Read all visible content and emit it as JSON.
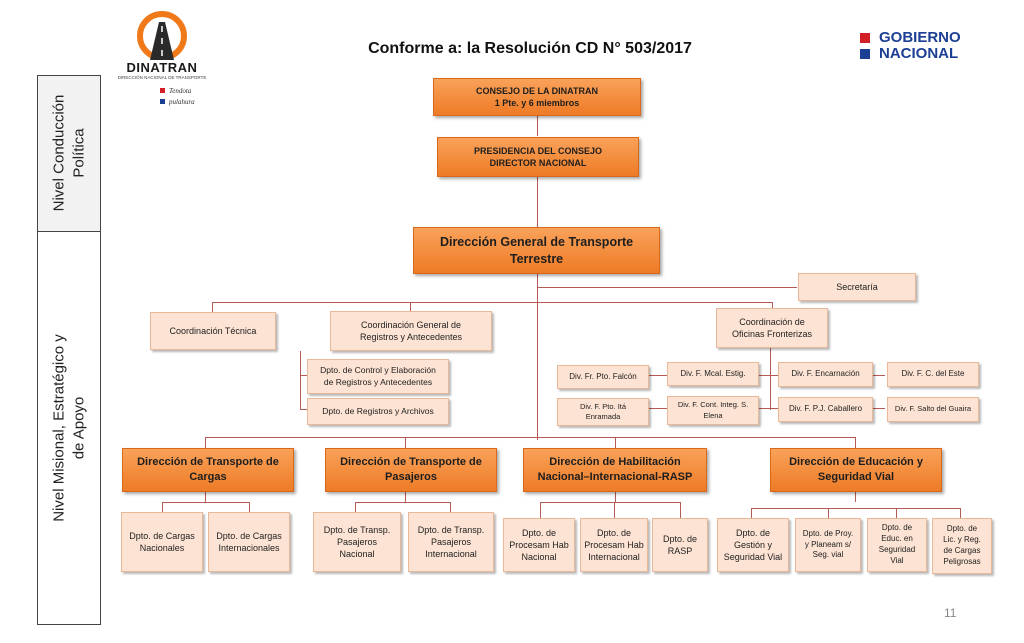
{
  "header": {
    "title": "Conforme a: la Resolución CD N° 503/2017",
    "logo_left": {
      "name": "DINATRAN",
      "sub": "DIRECCIÓN NACIONAL DE TRANSPORTE",
      "slogan_line1": "Tendota",
      "slogan_line2": "pulahura"
    },
    "logo_right": {
      "line1": "GOBIERNO",
      "line2": "NACIONAL"
    }
  },
  "levels": {
    "top": "Nivel Conducción\nPolítica",
    "bottom": "Nivel Misional, Estratégico y\nde Apoyo"
  },
  "nodes": {
    "consejo": "CONSEJO DE LA DINATRAN\n1 Pte. y 6 miembros",
    "presidencia": "PRESIDENCIA DEL CONSEJO\nDIRECTOR NACIONAL",
    "dgtt": "Dirección General de Transporte\nTerrestre",
    "secretaria": "Secretaría",
    "coord_tecnica": "Coordinación Técnica",
    "coord_general": "Coordinación General de\nRegistros y Antecedentes",
    "dpto_control": "Dpto. de Control y Elaboración\nde Registros y Antecedentes",
    "dpto_registros": "Dpto. de Registros y Archivos",
    "coord_oficinas": "Coordinación de\nOficinas Fronterizas",
    "div_falcon": "Div. Fr. Pto. Falcón",
    "div_estig": "Div. F. Mcal. Estig.",
    "div_encarnacion": "Div. F. Encarnación",
    "div_este": "Div. F. C. del Este",
    "div_ita": "Div. F. Pto. Itá\nEnramada",
    "div_elena": "Div. F. Cont. Integ. S.\nElena",
    "div_caballero": "Div. F. P.J. Caballero",
    "div_guaira": "Div. F. Salto del Guaira",
    "dir_cargas": "Dirección de Transporte de\nCargas",
    "dir_pasajeros": "Dirección de Transporte de\nPasajeros",
    "dir_habilitacion": "Dirección de Habilitación\nNacional–Internacional-RASP",
    "dir_educacion": "Dirección de Educación y\nSeguridad Vial",
    "cargas_nac": "Dpto. de Cargas\nNacionales",
    "cargas_int": "Dpto. de Cargas\nInternacionales",
    "pas_nac": "Dpto. de Transp.\nPasajeros\nNacional",
    "pas_int": "Dpto. de Transp.\nPasajeros\nInternacional",
    "hab_nac": "Dpto. de\nProcesam Hab\nNacional",
    "hab_int": "Dpto. de\nProcesam Hab\nInternacional",
    "rasp": "Dpto. de\nRASP",
    "gestion": "Dpto. de\nGestión y\nSeguridad Vial",
    "proy": "Dpto. de Proy.\ny Planeam s/\nSeg. vial",
    "educ": "Dpto. de\nEduc. en\nSeguridad\nVial",
    "lic": "Dpto. de\nLic. y Reg.\nde Cargas\nPeligrosas"
  },
  "page_number": "11"
}
